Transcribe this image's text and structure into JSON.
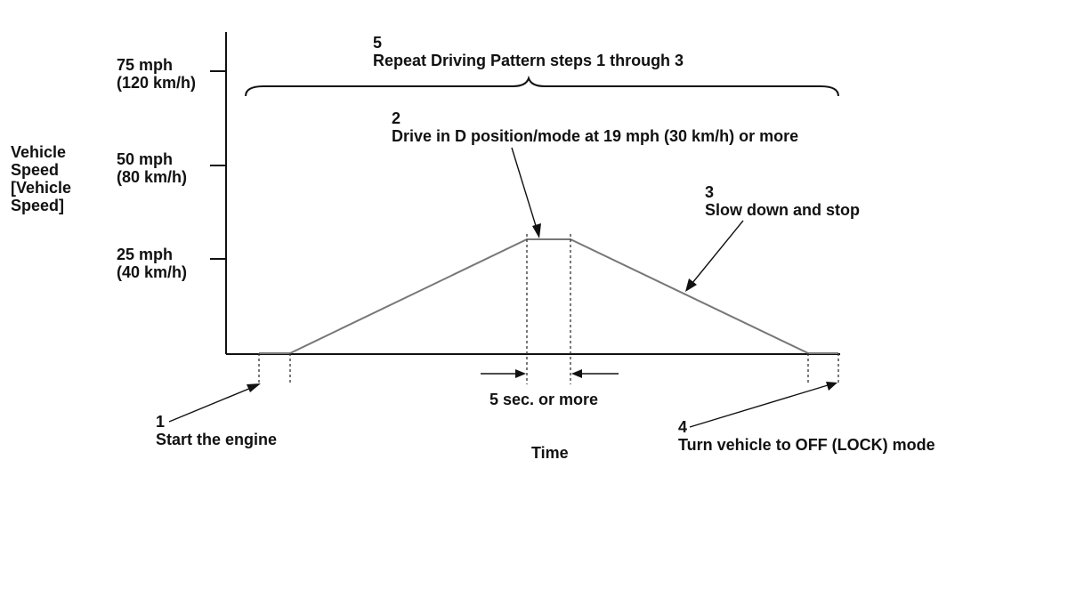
{
  "y_axis": {
    "title_lines": [
      "Vehicle",
      "Speed",
      "[Vehicle",
      "Speed]"
    ],
    "ticks": [
      {
        "mph": "75 mph",
        "kmh": "(120 km/h)"
      },
      {
        "mph": "50 mph",
        "kmh": "(80 km/h)"
      },
      {
        "mph": "25 mph",
        "kmh": "(40 km/h)"
      }
    ]
  },
  "x_axis": {
    "title": "Time"
  },
  "steps": [
    {
      "num": "1",
      "text": "Start the engine"
    },
    {
      "num": "2",
      "text": "Drive in D position/mode at 19 mph (30 km/h) or more"
    },
    {
      "num": "3",
      "text": "Slow down and stop"
    },
    {
      "num": "4",
      "text": "Turn vehicle to OFF (LOCK) mode"
    },
    {
      "num": "5",
      "text": "Repeat Driving Pattern steps 1 through 3"
    }
  ],
  "duration_label": "5 sec. or more",
  "colors": {
    "profile_line": "#777777",
    "text": "#111111"
  }
}
